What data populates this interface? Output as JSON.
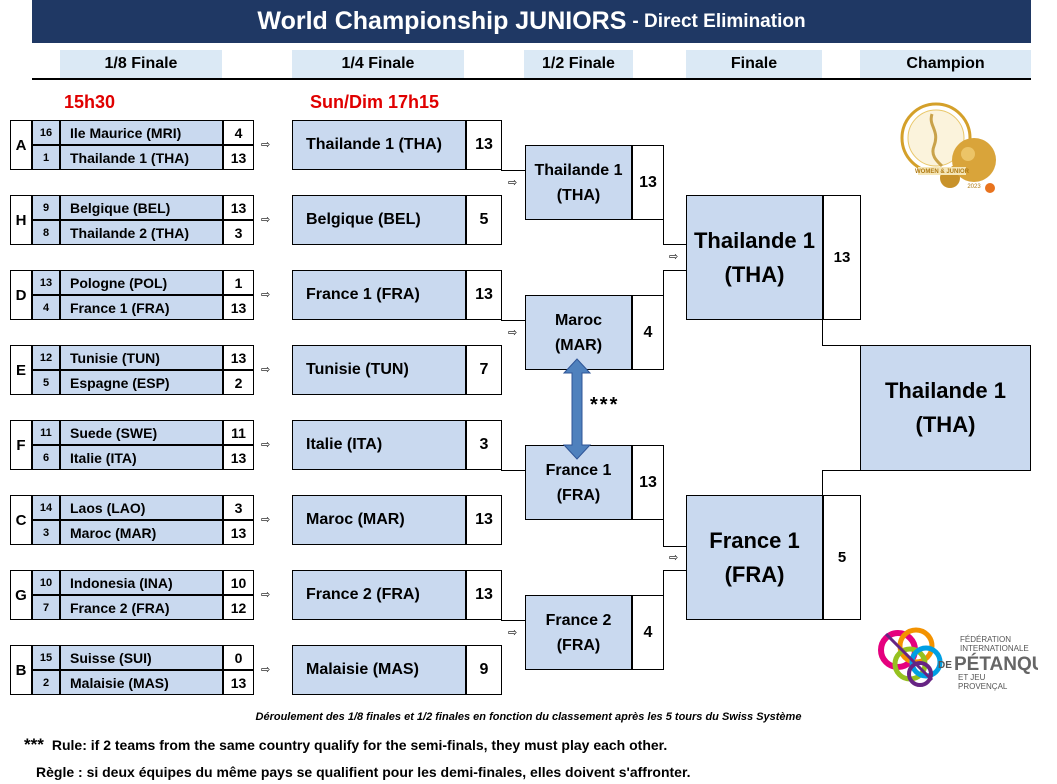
{
  "title": {
    "main": "World Championship  JUNIORS",
    "sub": "- Direct Elimination"
  },
  "rounds": [
    "1/8 Finale",
    "1/4 Finale",
    "1/2 Finale",
    "Finale",
    "Champion"
  ],
  "times": {
    "r16": "15h30",
    "qf": "Sun/Dim 17h15"
  },
  "arrow_glyph": "⇨",
  "r16": [
    {
      "group": "A",
      "teams": [
        {
          "seed": "16",
          "name": "Ile Maurice (MRI)",
          "score": "4"
        },
        {
          "seed": "1",
          "name": "Thailande 1 (THA)",
          "score": "13"
        }
      ]
    },
    {
      "group": "H",
      "teams": [
        {
          "seed": "9",
          "name": "Belgique (BEL)",
          "score": "13"
        },
        {
          "seed": "8",
          "name": "Thailande 2 (THA)",
          "score": "3"
        }
      ]
    },
    {
      "group": "D",
      "teams": [
        {
          "seed": "13",
          "name": "Pologne (POL)",
          "score": "1"
        },
        {
          "seed": "4",
          "name": "France 1 (FRA)",
          "score": "13"
        }
      ]
    },
    {
      "group": "E",
      "teams": [
        {
          "seed": "12",
          "name": "Tunisie (TUN)",
          "score": "13"
        },
        {
          "seed": "5",
          "name": "Espagne (ESP)",
          "score": "2"
        }
      ]
    },
    {
      "group": "F",
      "teams": [
        {
          "seed": "11",
          "name": "Suede (SWE)",
          "score": "11"
        },
        {
          "seed": "6",
          "name": "Italie (ITA)",
          "score": "13"
        }
      ]
    },
    {
      "group": "C",
      "teams": [
        {
          "seed": "14",
          "name": "Laos (LAO)",
          "score": "3"
        },
        {
          "seed": "3",
          "name": "Maroc (MAR)",
          "score": "13"
        }
      ]
    },
    {
      "group": "G",
      "teams": [
        {
          "seed": "10",
          "name": "Indonesia (INA)",
          "score": "10"
        },
        {
          "seed": "7",
          "name": "France 2 (FRA)",
          "score": "12"
        }
      ]
    },
    {
      "group": "B",
      "teams": [
        {
          "seed": "15",
          "name": "Suisse (SUI)",
          "score": "0"
        },
        {
          "seed": "2",
          "name": "Malaisie (MAS)",
          "score": "13"
        }
      ]
    }
  ],
  "qf": [
    {
      "name": "Thailande 1 (THA)",
      "score": "13"
    },
    {
      "name": "Belgique (BEL)",
      "score": "5"
    },
    {
      "name": "France 1 (FRA)",
      "score": "13"
    },
    {
      "name": "Tunisie (TUN)",
      "score": "7"
    },
    {
      "name": "Italie (ITA)",
      "score": "3"
    },
    {
      "name": "Maroc (MAR)",
      "score": "13"
    },
    {
      "name": "France 2 (FRA)",
      "score": "13"
    },
    {
      "name": "Malaisie (MAS)",
      "score": "9"
    }
  ],
  "sf": [
    {
      "line1": "Thailande 1",
      "line2": "(THA)",
      "score": "13"
    },
    {
      "line1": "Maroc",
      "line2": "(MAR)",
      "score": "4"
    },
    {
      "line1": "France 1",
      "line2": "(FRA)",
      "score": "13"
    },
    {
      "line1": "France 2",
      "line2": "(FRA)",
      "score": "4"
    }
  ],
  "final": [
    {
      "line1": "Thailande 1",
      "line2": "(THA)",
      "score": "13"
    },
    {
      "line1": "France 1",
      "line2": "(FRA)",
      "score": "5"
    }
  ],
  "champion": {
    "line1": "Thailande 1",
    "line2": "(THA)"
  },
  "rule_marker": "***",
  "footer": {
    "note": "Déroulement des 1/8 finales et 1/2 finales en fonction du classement après les 5 tours du Swiss Système",
    "stars": "***",
    "rule_en": "Rule: if 2 teams from the same country qualify for the semi-finals, they must play each other.",
    "rule_fr": "Règle : si deux équipes du même pays se qualifient pour les demi-finales, elles doivent s'affronter."
  },
  "logos": {
    "event": {
      "icon": "boules-trophy-logo",
      "text": "WOMEN & JUNIOR",
      "year": "2023",
      "colors": [
        "#d4a02a",
        "#f3d27a",
        "#e8731e"
      ]
    },
    "federation": {
      "icon": "fipjp-logo",
      "line1": "FÉDÉRATION",
      "line2": "INTERNATIONALE",
      "de": "DE",
      "main": "PÉTANQUE",
      "line3": "ET JEU",
      "line4": "PROVENÇAL",
      "colors": [
        "#e5007e",
        "#f39200",
        "#95c11f",
        "#009fe3",
        "#662483"
      ]
    }
  }
}
